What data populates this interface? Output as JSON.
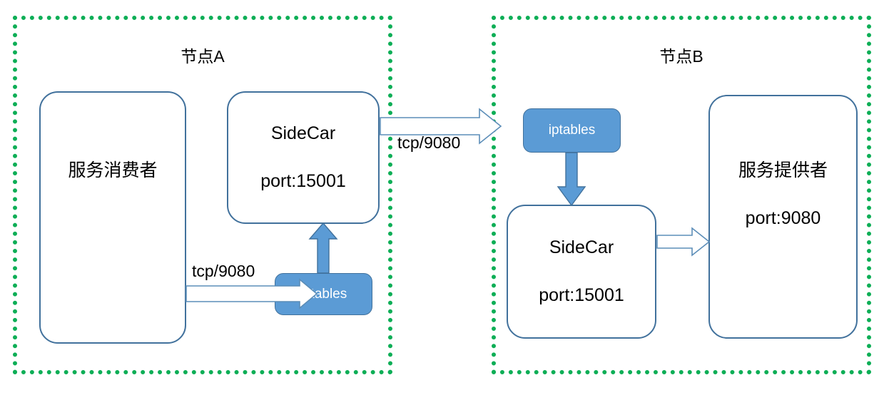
{
  "diagram": {
    "title_hidden": "",
    "colors": {
      "node_border_green": "#0DAE56",
      "box_border_blue": "#41719C",
      "iptables_fill": "#5B9BD5",
      "arrow_outline": "#41719C",
      "arrow_solid": "#5B9BD5",
      "text": "#000000",
      "iptables_text": "#FFFFFF",
      "background": "#FFFFFF"
    },
    "nodes": [
      {
        "id": "node-a",
        "label": "节点A",
        "boxes": [
          {
            "id": "service-consumer",
            "lines": [
              "服务消费者"
            ]
          },
          {
            "id": "sidecar-a",
            "lines": [
              "SideCar",
              "port:15001"
            ]
          },
          {
            "id": "iptables-a",
            "lines": [
              "iptables"
            ]
          }
        ]
      },
      {
        "id": "node-b",
        "label": "节点B",
        "boxes": [
          {
            "id": "iptables-b",
            "lines": [
              "iptables"
            ]
          },
          {
            "id": "sidecar-b",
            "lines": [
              "SideCar",
              "port:15001"
            ]
          },
          {
            "id": "service-provider",
            "lines": [
              "服务提供者",
              "port:9080"
            ]
          }
        ]
      }
    ],
    "labels": {
      "service_consumer": "服务消费者",
      "sidecar_a_name": "SideCar",
      "sidecar_a_port": "port:15001",
      "iptables_a": "iptables",
      "iptables_b": "iptables",
      "sidecar_b_name": "SideCar",
      "sidecar_b_port": "port:15001",
      "service_provider": "服务提供者",
      "service_provider_port": "port:9080",
      "node_a": "节点A",
      "node_b": "节点B"
    },
    "edges": [
      {
        "id": "consumer-to-iptables-a",
        "label": "tcp/9080",
        "from": "service-consumer",
        "to": "iptables-a",
        "style": "outline-block-arrow",
        "direction": "right"
      },
      {
        "id": "iptables-a-to-sidecar-a",
        "label": "",
        "from": "iptables-a",
        "to": "sidecar-a",
        "style": "solid-block-arrow",
        "direction": "up"
      },
      {
        "id": "sidecar-a-to-node-b",
        "label": "tcp/9080",
        "from": "sidecar-a",
        "to": "iptables-b",
        "style": "outline-block-arrow",
        "direction": "right"
      },
      {
        "id": "iptables-b-to-sidecar-b",
        "label": "",
        "from": "iptables-b",
        "to": "sidecar-b",
        "style": "solid-block-arrow",
        "direction": "down"
      },
      {
        "id": "sidecar-b-to-provider",
        "label": "",
        "from": "sidecar-b",
        "to": "service-provider",
        "style": "outline-block-arrow",
        "direction": "right"
      }
    ],
    "edge_labels": {
      "consumer_to_iptables": "tcp/9080",
      "cross_node": "tcp/9080"
    }
  }
}
